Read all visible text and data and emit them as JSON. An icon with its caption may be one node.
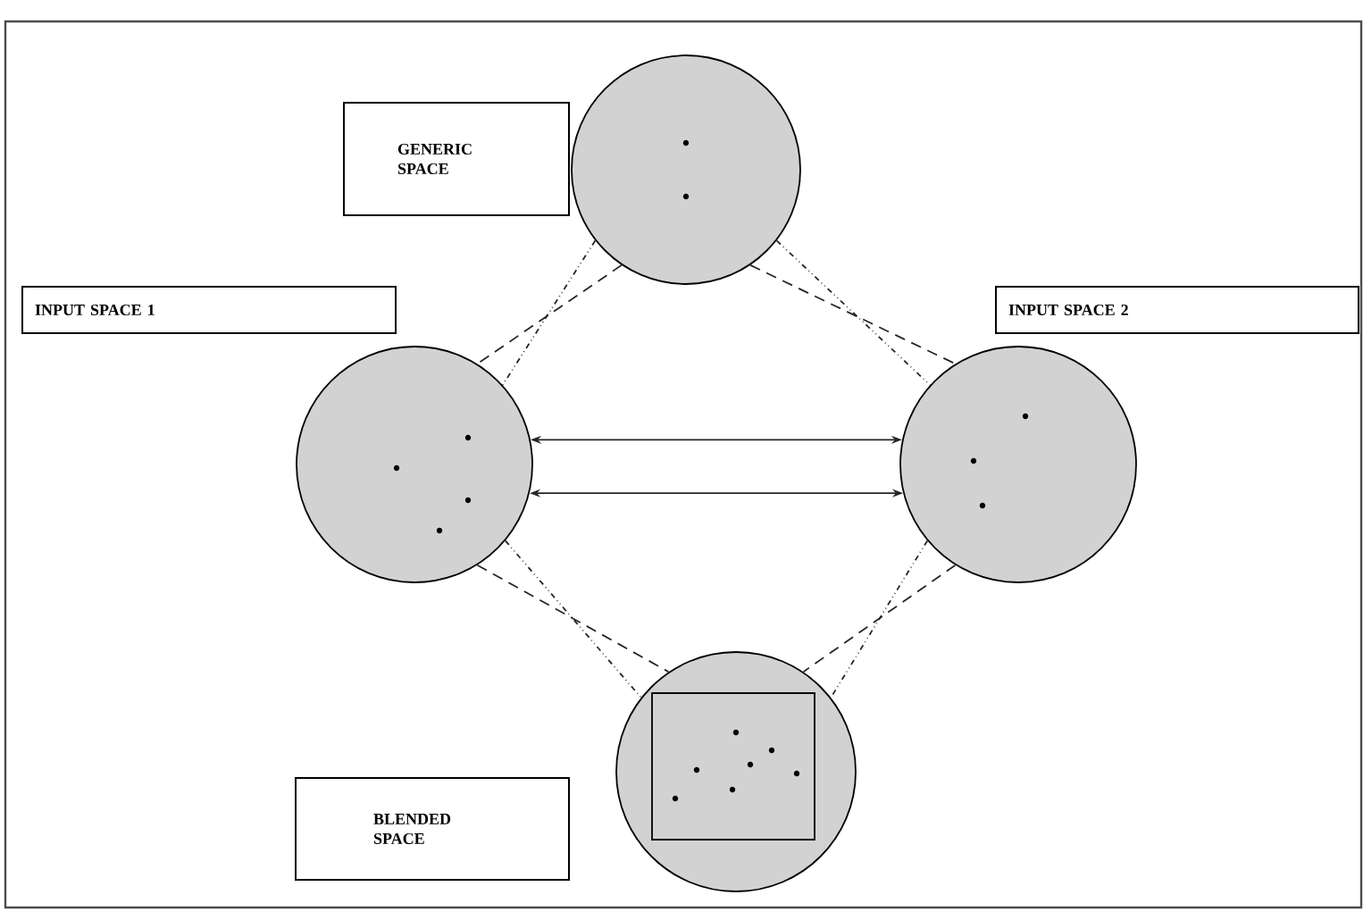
{
  "diagram": {
    "nodes": [
      {
        "text": [
          "GENERIC SPACE"
        ]
      },
      {
        "text": [],
        "shape": "circle"
      },
      {
        "text": [
          "INPUT SPACE 1"
        ]
      },
      {
        "text": [
          "INPUT SPACE 2"
        ]
      },
      {
        "text": [],
        "shape": "circle"
      },
      {
        "text": [],
        "shape": "circle"
      },
      {
        "text": [],
        "shape": "circle"
      },
      {
        "text": [
          "BLENDED SPACE"
        ]
      }
    ],
    "edges": [
      {
        "from": 4,
        "to": 5,
        "arrow": "both"
      },
      {
        "from": 4,
        "to": 5,
        "arrow": "both"
      },
      {
        "from": 1,
        "to": 4,
        "arrow": "none",
        "style": "dashed"
      },
      {
        "from": 1,
        "to": 4,
        "arrow": "none",
        "style": "dashed"
      },
      {
        "from": 1,
        "to": 5,
        "arrow": "none",
        "style": "dashed"
      },
      {
        "from": 1,
        "to": 5,
        "arrow": "none",
        "style": "dashed"
      },
      {
        "from": 4,
        "to": 6,
        "arrow": "none",
        "style": "dashed"
      },
      {
        "from": 4,
        "to": 6,
        "arrow": "none",
        "style": "dashed"
      },
      {
        "from": 5,
        "to": 6,
        "arrow": "none",
        "style": "dashed"
      },
      {
        "from": 5,
        "to": 6,
        "arrow": "none",
        "style": "dashed"
      }
    ]
  }
}
